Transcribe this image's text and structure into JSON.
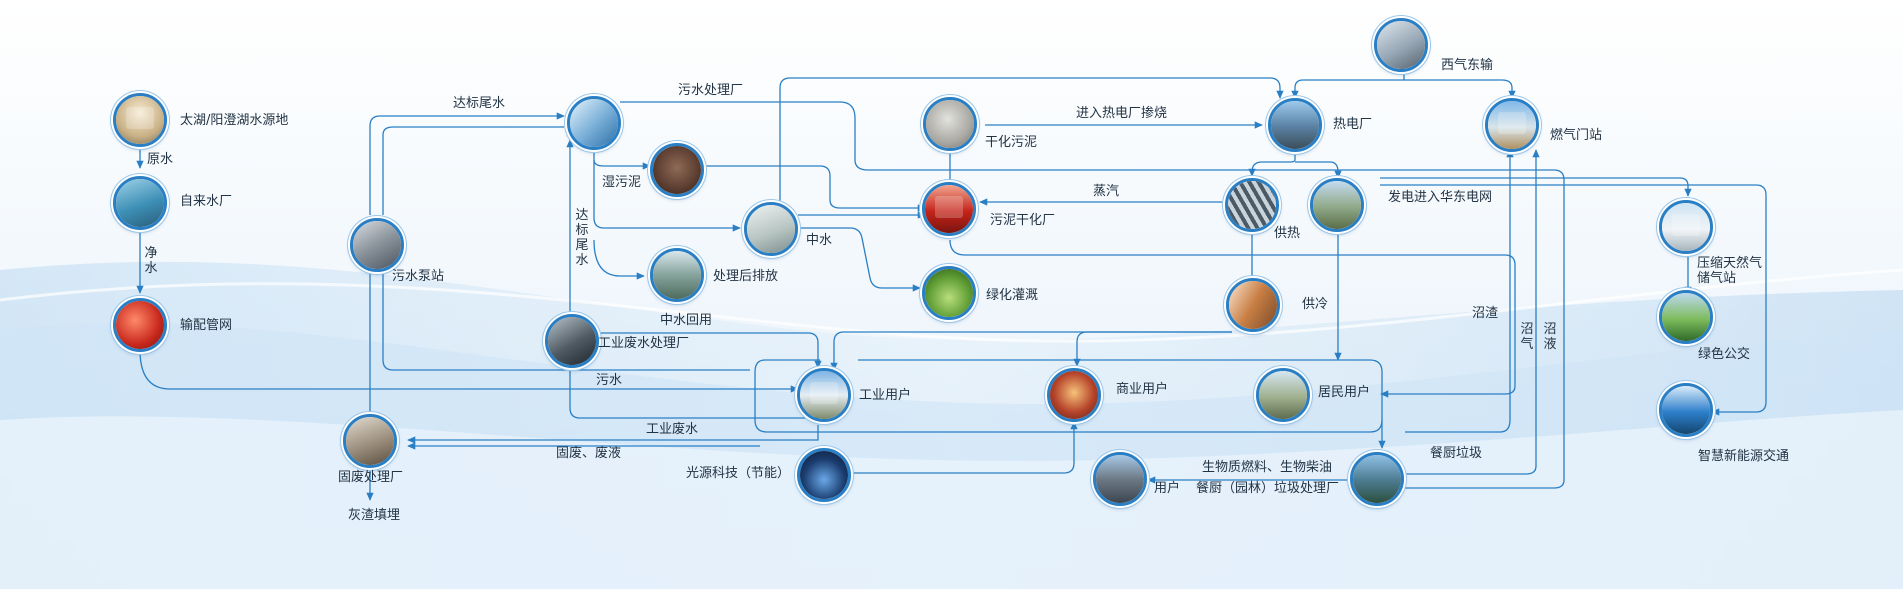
{
  "diagram": {
    "nodes": [
      {
        "id": "taihu",
        "label": "太湖/阳澄湖水源地",
        "icon": "water-tower-photo"
      },
      {
        "id": "waterworks",
        "label": "自来水厂",
        "icon": "water-plant-photo"
      },
      {
        "id": "pipenet",
        "label": "输配管网",
        "icon": "pipe-network-photo"
      },
      {
        "id": "pump",
        "label": "污水泵站",
        "icon": "pump-station-photo"
      },
      {
        "id": "sewage",
        "label": "污水处理厂",
        "icon": "sewage-plant-photo"
      },
      {
        "id": "wetsludge",
        "label": "湿污泥",
        "icon": "wet-sludge-photo"
      },
      {
        "id": "drainage",
        "label": "处理后排放",
        "icon": "discharge-photo"
      },
      {
        "id": "midwater",
        "label": "中水",
        "icon": "reclaimed-water-photo"
      },
      {
        "id": "indwaste",
        "label": "工业废水处理厂",
        "icon": "industrial-wastewater-photo"
      },
      {
        "id": "drysludge",
        "label": "干化污泥",
        "icon": "dry-sludge-photo"
      },
      {
        "id": "sludgeplant",
        "label": "污泥干化厂",
        "icon": "sludge-drying-plant-photo"
      },
      {
        "id": "greening",
        "label": "绿化灌溉",
        "icon": "irrigation-photo"
      },
      {
        "id": "power",
        "label": "热电厂",
        "icon": "power-plant-photo"
      },
      {
        "id": "westgas",
        "label": "西气东输",
        "icon": "pipeline-photo"
      },
      {
        "id": "gasgate",
        "label": "燃气门站",
        "icon": "gas-station-photo"
      },
      {
        "id": "heating",
        "label": "供热",
        "icon": "heating-pipes-photo"
      },
      {
        "id": "gridnode",
        "label": "发电进入华东电网",
        "icon": "grid-substation-photo"
      },
      {
        "id": "cooling",
        "label": "供冷",
        "icon": "cooling-photo"
      },
      {
        "id": "cng",
        "label": "压缩天然气储气站",
        "icon": "cng-storage-photo"
      },
      {
        "id": "greenbus",
        "label": "绿色公交",
        "icon": "bus-photo"
      },
      {
        "id": "smart",
        "label": "智慧新能源交通",
        "icon": "charging-station-photo"
      },
      {
        "id": "industrial",
        "label": "工业用户",
        "icon": "factory-photo"
      },
      {
        "id": "commercial",
        "label": "商业用户",
        "icon": "commercial-hall-photo"
      },
      {
        "id": "resident",
        "label": "居民用户",
        "icon": "residential-photo"
      },
      {
        "id": "solid",
        "label": "固废处理厂",
        "icon": "solid-waste-plant-photo"
      },
      {
        "id": "guangyuan",
        "label": "光源科技（节能）",
        "icon": "lighting-photo"
      },
      {
        "id": "bioenergy",
        "label": "用户",
        "icon": "refinery-photo"
      },
      {
        "id": "kitchen",
        "label": "餐厨（园林）垃圾处理厂",
        "icon": "kitchen-waste-plant-photo"
      }
    ],
    "flows": {
      "raw": "原水",
      "clean": "净水",
      "sewage": "污水",
      "standard_top": "达标尾水",
      "standard_mid": "达标尾水",
      "reuse": "中水回用",
      "indwater": "工业废水",
      "solidliquid": "固废、废液",
      "ash": "灰渣填埋",
      "burn": "进入热电厂掺烧",
      "steam": "蒸汽",
      "residue": "沼渣",
      "biogas": "沼气",
      "bioliquid": "沼液",
      "foodwaste": "餐厨垃圾",
      "biofuel": "生物质燃料、生物柴油"
    }
  },
  "colors": {
    "line": "#2a7fc4",
    "text": "#223344",
    "wave": "#bcd9f0"
  }
}
